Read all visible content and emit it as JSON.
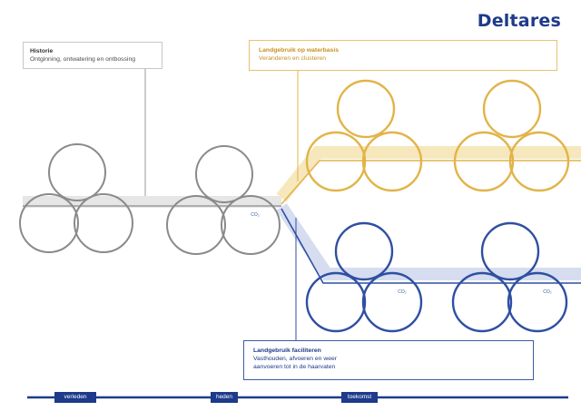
{
  "brand": "Deltares",
  "history": {
    "title": "Historie",
    "subtitle": "Ontginning, ontwatering en ontbossing"
  },
  "water_based": {
    "title": "Landgebruik op waterbasis",
    "subtitle": "Veranderen en clusteren",
    "icons": [
      "hand-water-drop-icon",
      "water-flow-arrows-icon",
      "cow-to-crops-icon"
    ]
  },
  "facilitate": {
    "title": "Landgebruik faciliteren",
    "line1": "Vasthouden, afvoeren en weer",
    "line2": "aanvoeren tot in de haarvaten",
    "icons": [
      "sprinkler-icon",
      "pipe-outflow-icon",
      "water-waves-icon",
      "drops-exchange-icon",
      "weir-arrows-icon"
    ]
  },
  "timeline": {
    "past": "verleden",
    "now": "heden",
    "future": "toekomst"
  },
  "co2_label": "CO₂",
  "colors": {
    "brand": "#1e3a8a",
    "gold": "#e2b448",
    "blue": "#2f4fa2",
    "grey_path": "#e5e5e5",
    "circle_border": "#8a8a8a"
  }
}
